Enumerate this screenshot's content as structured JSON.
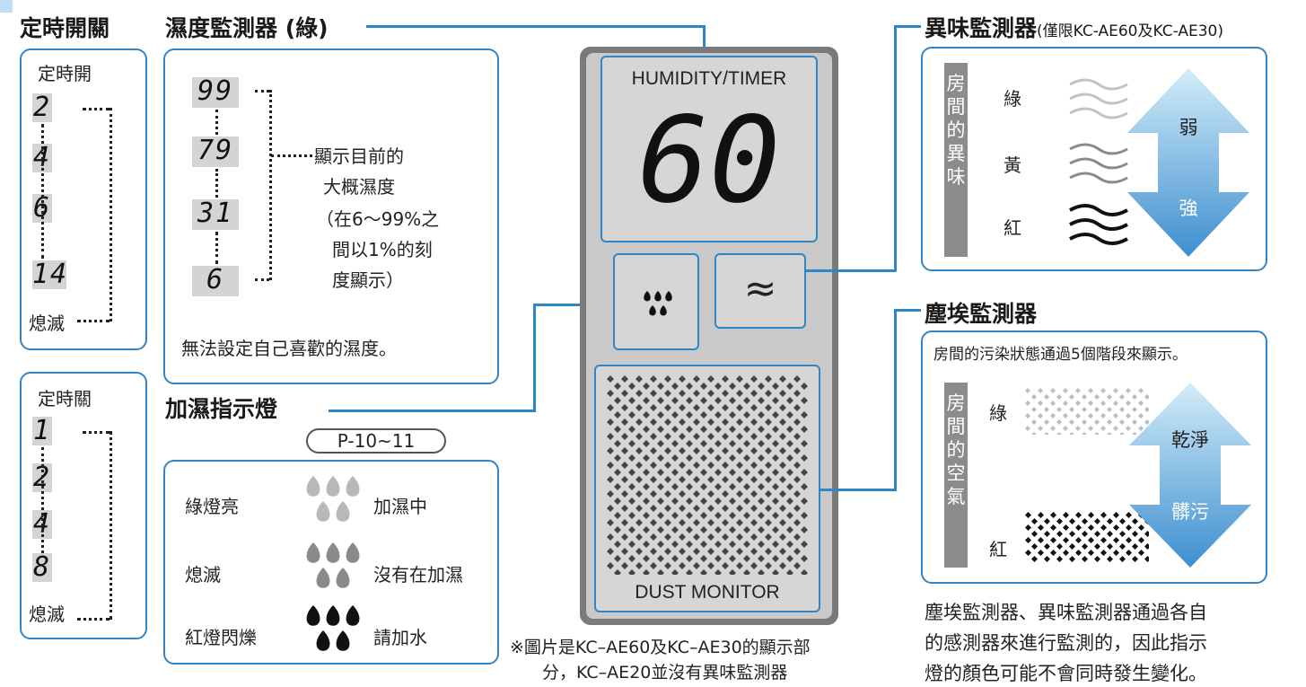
{
  "timer": {
    "title": "定時開關",
    "on": {
      "title": "定時開",
      "values": [
        "2",
        "4",
        "6",
        "14"
      ],
      "off_label": "熄滅"
    },
    "off": {
      "title": "定時關",
      "values": [
        "1",
        "2",
        "4",
        "8"
      ],
      "off_label": "熄滅"
    }
  },
  "humidity_monitor": {
    "title": "濕度監測器 (綠)",
    "values": [
      "99",
      "79",
      "31",
      "6"
    ],
    "desc_lines": [
      "顯示目前的",
      "大概濕度",
      "（在6～99%之",
      "間以1%的刻",
      "度顯示）"
    ],
    "note": "無法設定自己喜歡的濕度。"
  },
  "humidify_light": {
    "title": "加濕指示燈",
    "page_ref": "P-10~11",
    "rows": [
      {
        "state": "綠燈亮",
        "meaning": "加濕中",
        "color": "#b8b8b8"
      },
      {
        "state": "熄滅",
        "meaning": "沒有在加濕",
        "color": "#8a8a8a"
      },
      {
        "state": "紅燈閃爍",
        "meaning": "請加水",
        "color": "#111111"
      }
    ]
  },
  "panel": {
    "humidity_label": "HUMIDITY/TIMER",
    "display_value": "60",
    "odor_symbol": "≈",
    "dust_label": "DUST MONITOR"
  },
  "panel_note": [
    "※圖片是KC–AE60及KC–AE30的顯示部",
    "分，KC–AE20並沒有異味監測器"
  ],
  "odor_monitor": {
    "title": "異味監測器",
    "title_note": "(僅限KC-AE60及KC-AE30)",
    "side_label": [
      "房",
      "間",
      "的",
      "異",
      "味"
    ],
    "levels": [
      "綠",
      "黃",
      "紅"
    ],
    "arrow_top": "弱",
    "arrow_bottom": "強"
  },
  "dust_monitor": {
    "title": "塵埃監測器",
    "subtitle": "房間的污染狀態通過5個階段來顯示。",
    "side_label": [
      "房",
      "間",
      "的",
      "空",
      "氣"
    ],
    "levels": [
      "綠",
      "紅"
    ],
    "arrow_top": "乾淨",
    "arrow_bottom": "髒污"
  },
  "footer_note": [
    "塵埃監測器、異味監測器通過各自",
    "的感測器來進行監測的，因此指示",
    "燈的顏色可能不會同時發生變化。"
  ],
  "colors": {
    "accent": "#2f86c6",
    "arrow_light": "#bfe0f4",
    "arrow_dark": "#3d8fd0",
    "panel_bg": "#c9c9c9"
  }
}
